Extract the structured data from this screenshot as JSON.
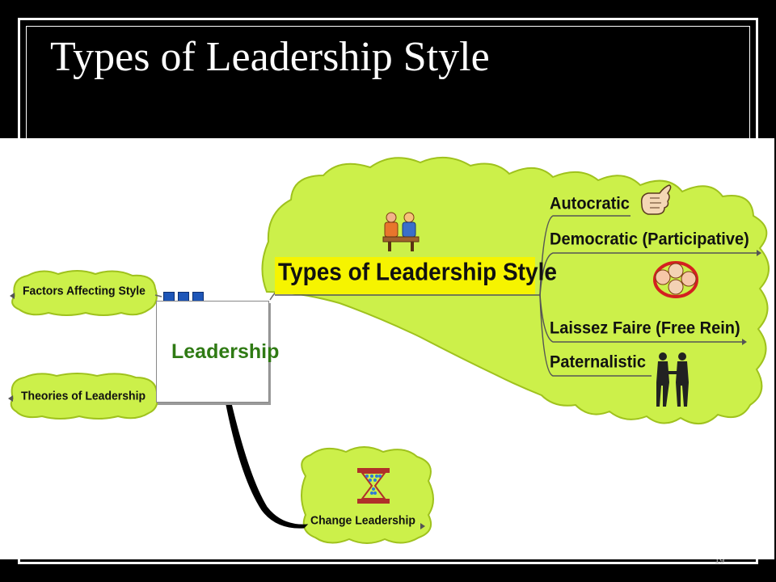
{
  "slide": {
    "title": "Types of Leadership Style",
    "page_number": "19"
  },
  "mind_map": {
    "center": "Leadership",
    "left_branches": [
      {
        "label": "Factors Affecting Style"
      },
      {
        "label": "Theories of Leadership"
      }
    ],
    "main_branch": {
      "label": "Types of Leadership Style",
      "children": [
        {
          "label": "Autocratic",
          "icon": "pointing-hand-icon"
        },
        {
          "label": "Democratic (Participative)"
        },
        {
          "label": "Laissez Faire (Free Rein)",
          "icon": "group-faces-icon"
        },
        {
          "label": "Paternalistic",
          "icon": "handshake-icon"
        }
      ],
      "icon": "meeting-people-icon"
    },
    "bottom_branch": {
      "label": "Change Leadership",
      "icon": "hourglass-icon"
    },
    "colors": {
      "bubble_fill": "#ccf04a",
      "bubble_stroke": "#9fc21d",
      "highlight": "#f6f400",
      "center_text": "#2f7a14",
      "handle": "#1e56b8"
    }
  }
}
